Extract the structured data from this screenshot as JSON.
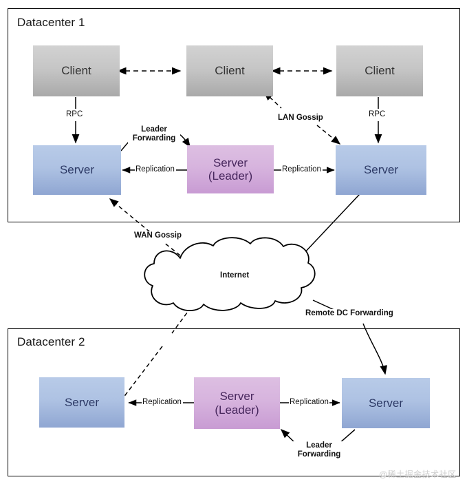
{
  "diagram": {
    "title_dc1": "Datacenter 1",
    "title_dc2": "Datacenter 2",
    "cloud_label": "Internet",
    "watermark": "@稀土掘金技术社区"
  },
  "colors": {
    "client_fill_top": "#d2d2d2",
    "client_fill_bottom": "#a9a9a9",
    "server_fill_top": "#b8cbe8",
    "server_fill_bottom": "#8fa6d2",
    "leader_fill_top": "#ddbfe2",
    "leader_fill_bottom": "#c89bd3",
    "stroke": "#000000",
    "frame_stroke": "#000000",
    "watermark": "#cfcfcf"
  },
  "dc1": {
    "clients": [
      {
        "label": "Client"
      },
      {
        "label": "Client"
      },
      {
        "label": "Client"
      }
    ],
    "servers": [
      {
        "label": "Server"
      },
      {
        "label": "Server\n(Leader)"
      },
      {
        "label": "Server"
      }
    ]
  },
  "dc2": {
    "servers": [
      {
        "label": "Server"
      },
      {
        "label": "Server\n(Leader)"
      },
      {
        "label": "Server"
      }
    ]
  },
  "edges": {
    "rpc_left": "RPC",
    "rpc_right": "RPC",
    "lan_gossip": "LAN Gossip",
    "wan_gossip": "WAN Gossip",
    "leader_forwarding_dc1": "Leader\nForwarding",
    "leader_forwarding_dc2": "Leader\nForwarding",
    "remote_dc_forwarding": "Remote DC Forwarding",
    "replication_dc1_left": "Replication",
    "replication_dc1_right": "Replication",
    "replication_dc2_left": "Replication",
    "replication_dc2_right": "Replication"
  }
}
